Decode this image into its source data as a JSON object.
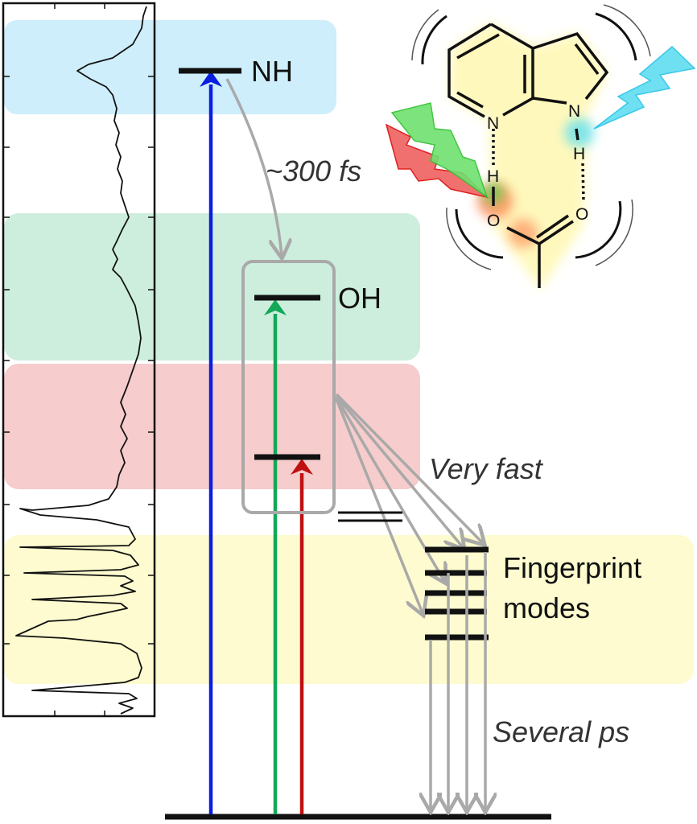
{
  "levels": {
    "nh": "NH",
    "oh": "OH",
    "fingerprint_line1": "Fingerprint",
    "fingerprint_line2": "modes"
  },
  "timescales": {
    "nh_to_oh": "~300 fs",
    "oh_to_fingerprint": "Very fast",
    "fingerprint_relaxation": "Several ps"
  },
  "molecule": {
    "atoms": [
      "N",
      "N",
      "H",
      "H",
      "O",
      "O"
    ]
  },
  "colors": {
    "nh_band": "#cdeefa",
    "oh_band": "#cdeedd",
    "red_band": "#f6cccc",
    "fingerprint_band": "#fdfbcf",
    "nh_pump": "#0a1ee0",
    "oh_pump": "#12a858",
    "red_pump": "#c01010",
    "relaxation": "#a9a9a9"
  }
}
